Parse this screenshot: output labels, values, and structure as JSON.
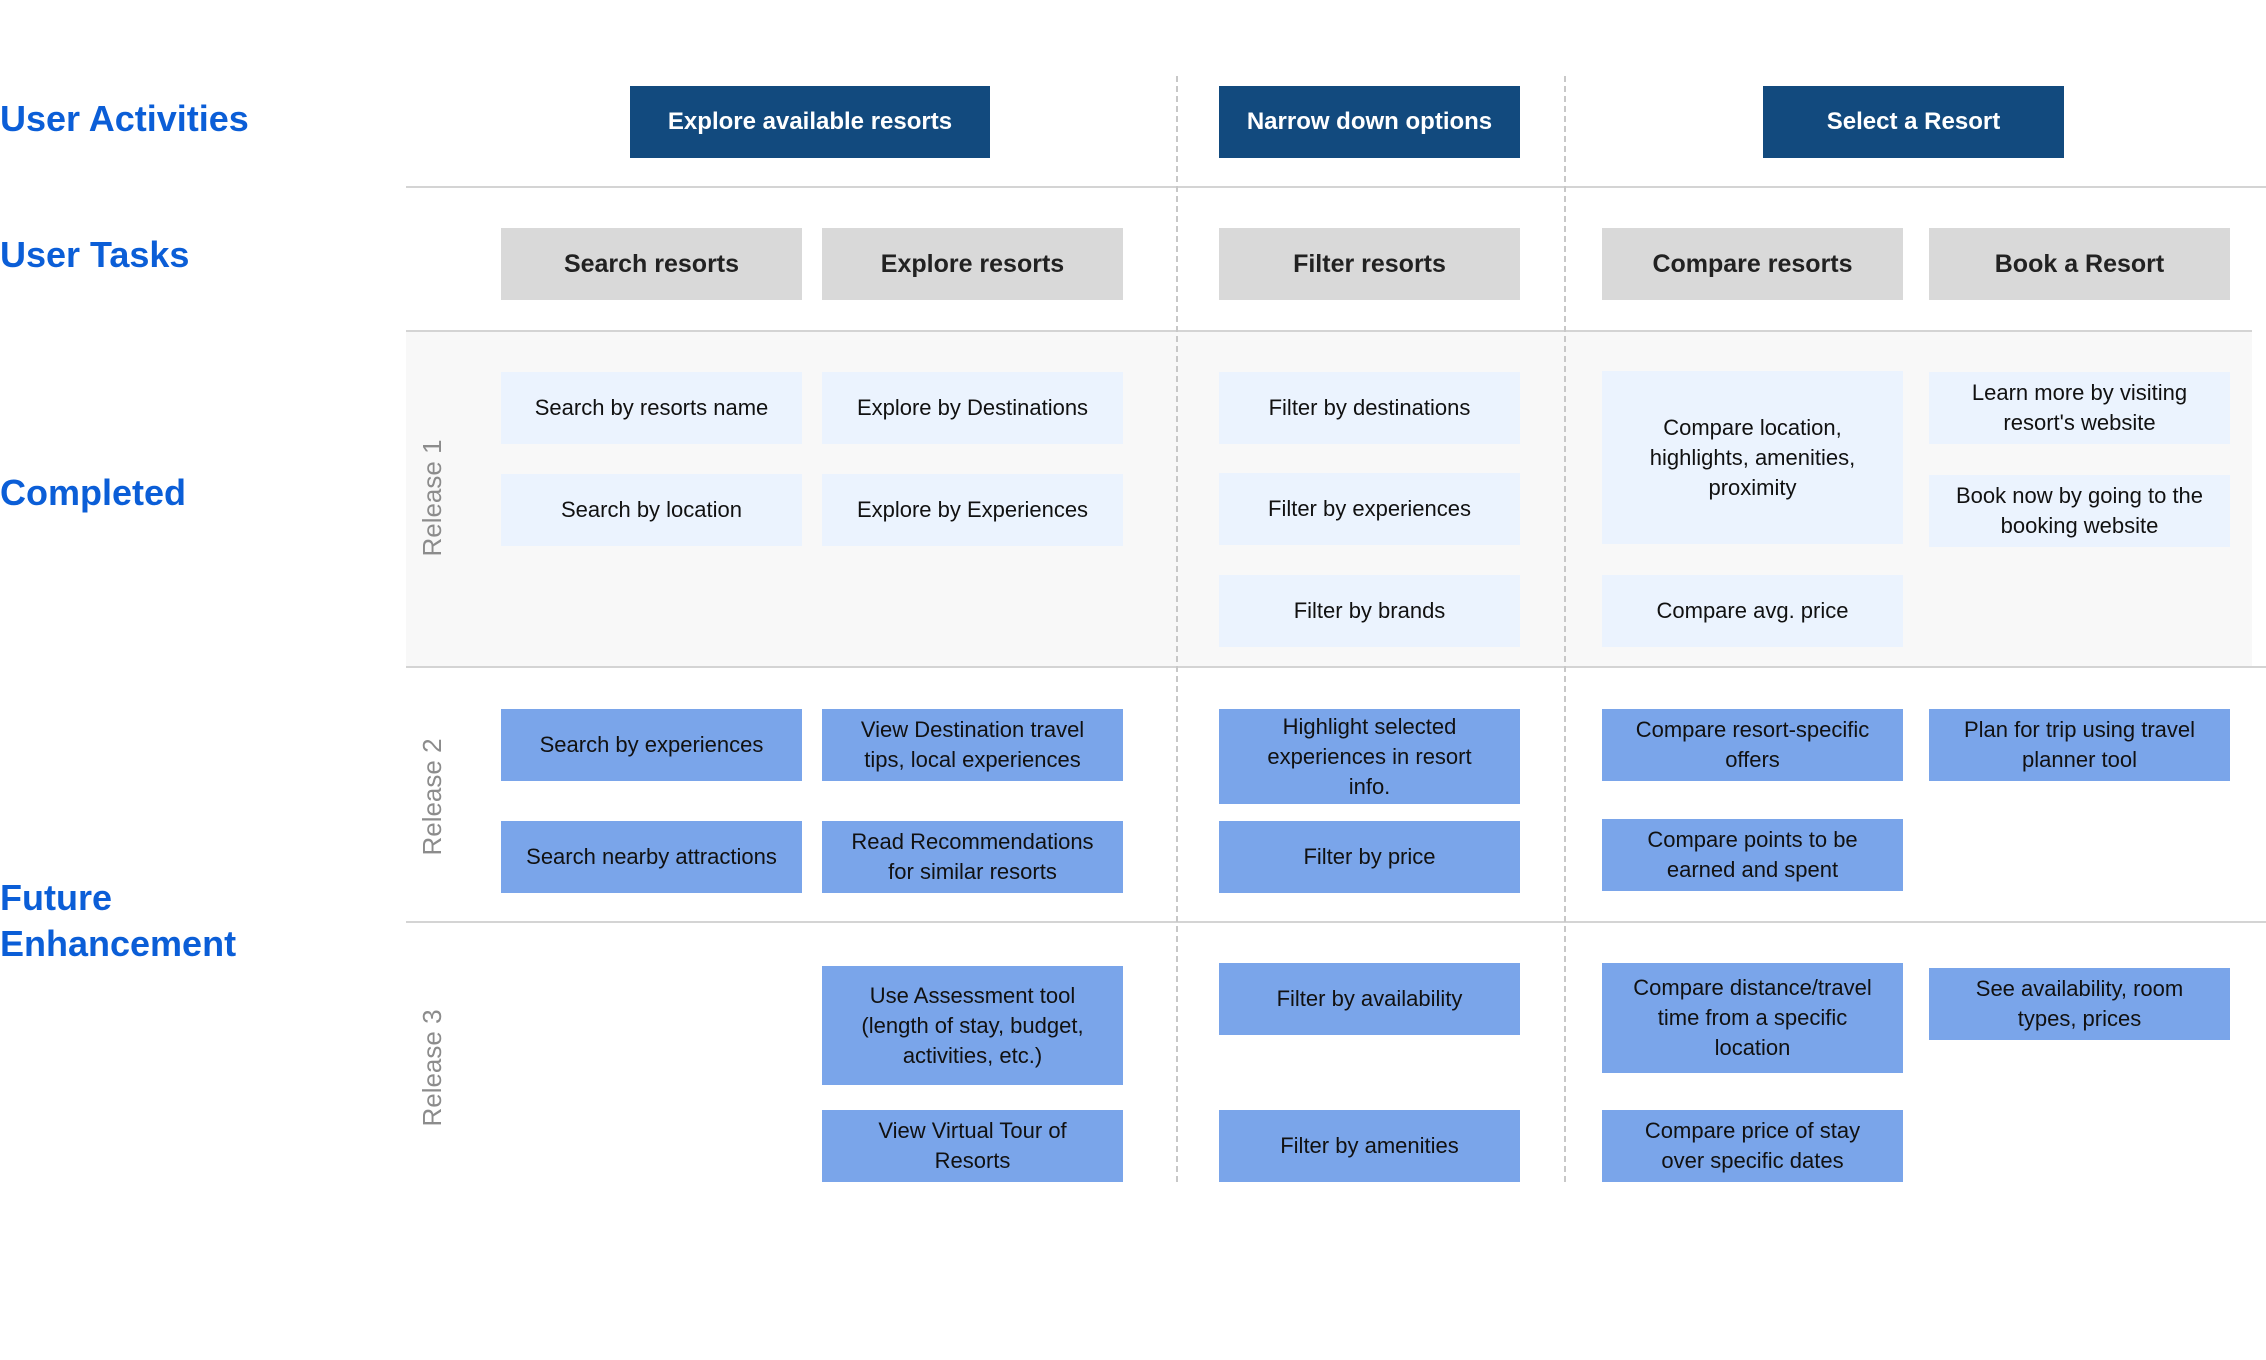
{
  "side_labels": {
    "user_activities": "User Activities",
    "user_tasks": "User Tasks",
    "completed": "Completed",
    "future_line1": "Future",
    "future_line2": "Enhancement"
  },
  "activities": {
    "explore": "Explore available resorts",
    "narrow": "Narrow down options",
    "select": "Select a Resort"
  },
  "tasks": {
    "search": "Search resorts",
    "explore": "Explore resorts",
    "filter": "Filter resorts",
    "compare": "Compare resorts",
    "book": "Book a Resort"
  },
  "releases": {
    "r1": "Release 1",
    "r2": "Release 2",
    "r3": "Release 3"
  },
  "stories": {
    "r1": {
      "search_name": "Search by resorts name",
      "search_location": "Search by location",
      "explore_destinations": "Explore by Destinations",
      "explore_experiences": "Explore by Experiences",
      "filter_destinations": "Filter by destinations",
      "filter_experiences": "Filter by experiences",
      "filter_brands": "Filter by brands",
      "compare_location": "Compare location, highlights, amenities, proximity",
      "compare_avg_price": "Compare avg. price",
      "book_learn_more": "Learn more by visiting resort's website",
      "book_now": "Book now by going to the booking website"
    },
    "r2": {
      "search_experiences": "Search by experiences",
      "search_nearby": "Search nearby attractions",
      "view_tips": "View Destination travel tips, local experiences",
      "read_recommendations": "Read Recommendations for  similar resorts",
      "highlight_experiences": "Highlight selected experiences in resort info.",
      "filter_price": "Filter by price",
      "compare_offers": "Compare resort-specific offers",
      "compare_points": "Compare points to be earned and spent",
      "plan_trip": "Plan for trip using travel planner tool"
    },
    "r3": {
      "assessment_tool": "Use Assessment tool (length of stay, budget, activities, etc.)",
      "virtual_tour": "View Virtual Tour of Resorts",
      "filter_availability": "Filter by availability",
      "filter_amenities": "Filter by amenities",
      "compare_distance": "Compare distance/travel time from a specific location",
      "compare_price_dates": "Compare price of stay over specific dates",
      "see_availability": "See availability, room types, prices"
    }
  },
  "colors": {
    "side_label": "#0B5ED7",
    "activity_bg": "#124A7E",
    "task_bg": "#D9D9D9",
    "completed_bg": "#EBF3FE",
    "future_bg": "#7AA5EA",
    "release_label": "#8C8C8C"
  }
}
